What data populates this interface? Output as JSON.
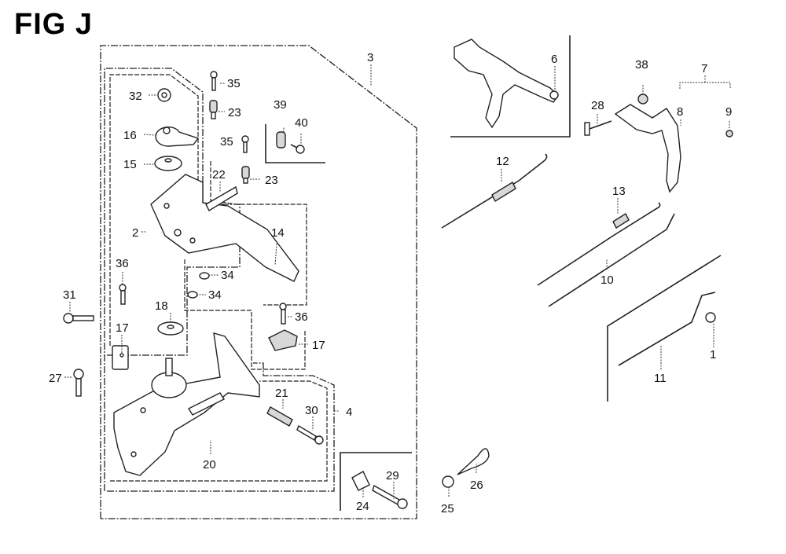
{
  "figure": {
    "title": "FIG J",
    "callouts": [
      {
        "id": "c1",
        "label": "1"
      },
      {
        "id": "c2",
        "label": "2"
      },
      {
        "id": "c3",
        "label": "3"
      },
      {
        "id": "c4",
        "label": "4"
      },
      {
        "id": "c6",
        "label": "6"
      },
      {
        "id": "c7",
        "label": "7"
      },
      {
        "id": "c8",
        "label": "8"
      },
      {
        "id": "c9",
        "label": "9"
      },
      {
        "id": "c10",
        "label": "10"
      },
      {
        "id": "c11",
        "label": "11"
      },
      {
        "id": "c12",
        "label": "12"
      },
      {
        "id": "c13",
        "label": "13"
      },
      {
        "id": "c14",
        "label": "14"
      },
      {
        "id": "c15",
        "label": "15"
      },
      {
        "id": "c16",
        "label": "16"
      },
      {
        "id": "c17a",
        "label": "17"
      },
      {
        "id": "c17b",
        "label": "17"
      },
      {
        "id": "c18",
        "label": "18"
      },
      {
        "id": "c20",
        "label": "20"
      },
      {
        "id": "c21",
        "label": "21"
      },
      {
        "id": "c22",
        "label": "22"
      },
      {
        "id": "c23a",
        "label": "23"
      },
      {
        "id": "c23b",
        "label": "23"
      },
      {
        "id": "c24",
        "label": "24"
      },
      {
        "id": "c25",
        "label": "25"
      },
      {
        "id": "c26",
        "label": "26"
      },
      {
        "id": "c27",
        "label": "27"
      },
      {
        "id": "c28",
        "label": "28"
      },
      {
        "id": "c29",
        "label": "29"
      },
      {
        "id": "c30",
        "label": "30"
      },
      {
        "id": "c31",
        "label": "31"
      },
      {
        "id": "c32",
        "label": "32"
      },
      {
        "id": "c34a",
        "label": "34"
      },
      {
        "id": "c34b",
        "label": "34"
      },
      {
        "id": "c35a",
        "label": "35"
      },
      {
        "id": "c35b",
        "label": "35"
      },
      {
        "id": "c36a",
        "label": "36"
      },
      {
        "id": "c36b",
        "label": "36"
      },
      {
        "id": "c38",
        "label": "38"
      },
      {
        "id": "c39",
        "label": "39"
      },
      {
        "id": "c40",
        "label": "40"
      }
    ]
  }
}
